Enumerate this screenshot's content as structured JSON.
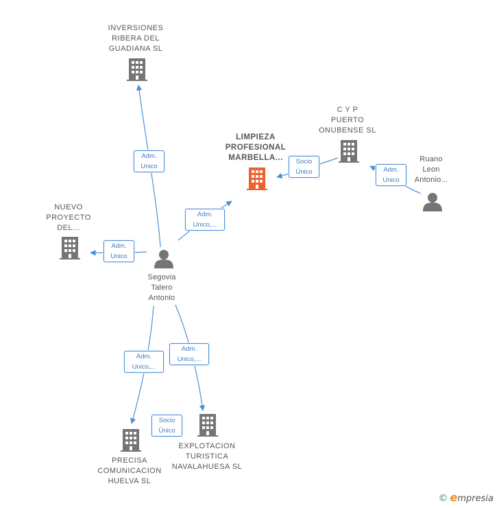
{
  "nodes": {
    "inversiones": {
      "label": "INVERSIONES\nRIBERA DEL\nGUADIANA  SL"
    },
    "limpieza": {
      "label": "LIMPIEZA\nPROFESIONAL\nMARBELLA..."
    },
    "cyp": {
      "label": "C Y P\nPUERTO\nONUBENSE SL"
    },
    "ruano": {
      "label": "Ruano\nLeon\nAntonio..."
    },
    "nuevo": {
      "label": "NUEVO\nPROYECTO\nDEL..."
    },
    "segovia": {
      "label": "Segovia\nTalero\nAntonio"
    },
    "precisa": {
      "label": "PRECISA\nCOMUNICACION\nHUELVA SL"
    },
    "explotacion": {
      "label": "EXPLOTACION\nTURISTICA\nNAVALAHUESA SL"
    }
  },
  "edges": {
    "to_inversiones": {
      "line1": "Adm.",
      "line2": "Unico"
    },
    "to_limpieza": {
      "line1": "Adm.",
      "line2": "Unico,..."
    },
    "to_nuevo": {
      "line1": "Adm.",
      "line2": "Unico"
    },
    "to_precisa": {
      "line1": "Adm.",
      "line2": "Unico,..."
    },
    "to_explotacion": {
      "line1": "Adm.",
      "line2": "Unico,..."
    },
    "cyp_to_limpieza": {
      "line1": "Socio",
      "line2": "Único"
    },
    "ruano_to_cyp": {
      "line1": "Adm.",
      "line2": "Unico"
    },
    "explotacion_to_precisa": {
      "line1": "Socio",
      "line2": "Único"
    }
  },
  "colors": {
    "edge": "#4a8fd9",
    "company_icon": "#757575",
    "highlight_icon": "#f0602e",
    "person_icon": "#757575"
  },
  "brand": {
    "copyright": "©",
    "e": "e",
    "rest": "mpresia"
  }
}
